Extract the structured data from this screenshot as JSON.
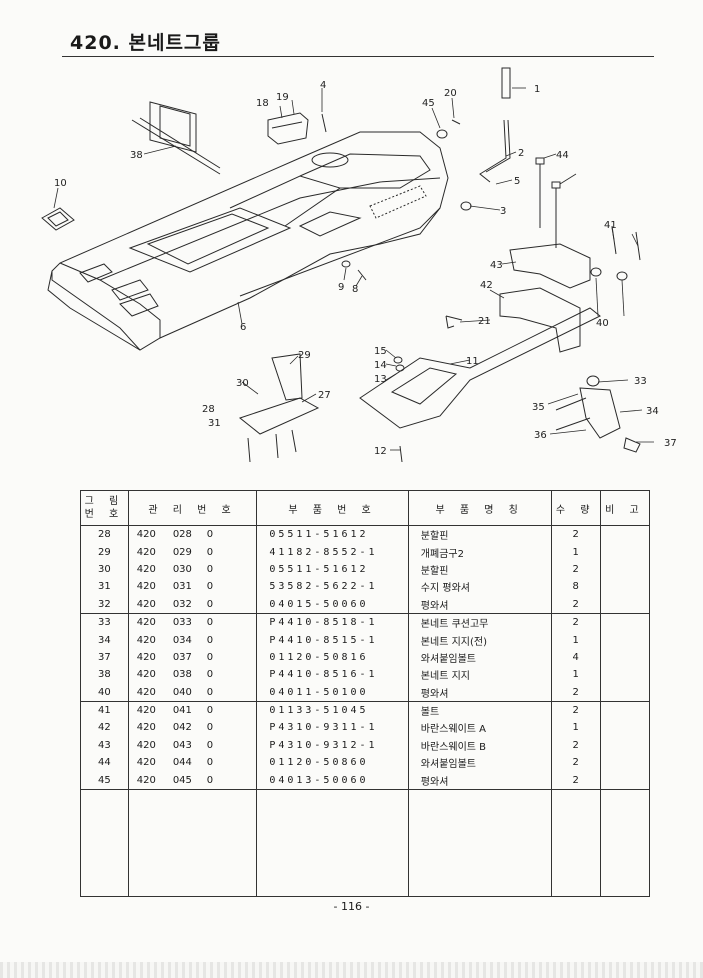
{
  "title": "420.  본네트그룹",
  "diagram_callouts": [
    "1",
    "2",
    "3",
    "4",
    "5",
    "6",
    "8",
    "9",
    "10",
    "11",
    "12",
    "13",
    "14",
    "15",
    "18",
    "19",
    "20",
    "21",
    "27",
    "28",
    "29",
    "30",
    "31",
    "33",
    "34",
    "35",
    "36",
    "37",
    "38",
    "40",
    "41",
    "42",
    "43",
    "44",
    "45"
  ],
  "table": {
    "headers": {
      "fig_line1": "그 림",
      "fig_line2": "번 호",
      "mgmt": "관 리 번 호",
      "part_no": "부 품 번 호",
      "part_name": "부 품 명 칭",
      "qty": "수 량",
      "note": "비 고"
    },
    "rows": [
      {
        "fig": "28",
        "m1": "420",
        "m2": "028",
        "m3": "0",
        "part": "05511-51612",
        "name": "분할핀",
        "qty": "2"
      },
      {
        "fig": "29",
        "m1": "420",
        "m2": "029",
        "m3": "0",
        "part": "41182-8552-1",
        "name": "개폐금구2",
        "qty": "1"
      },
      {
        "fig": "30",
        "m1": "420",
        "m2": "030",
        "m3": "0",
        "part": "05511-51612",
        "name": "분할핀",
        "qty": "2"
      },
      {
        "fig": "31",
        "m1": "420",
        "m2": "031",
        "m3": "0",
        "part": "53582-5622-1",
        "name": "수지 평와셔",
        "qty": "8"
      },
      {
        "fig": "32",
        "m1": "420",
        "m2": "032",
        "m3": "0",
        "part": "04015-50060",
        "name": "평와셔",
        "qty": "2"
      },
      {
        "fig": "33",
        "m1": "420",
        "m2": "033",
        "m3": "0",
        "part": "P4410-8518-1",
        "name": "본네트 쿠션고무",
        "qty": "2"
      },
      {
        "fig": "34",
        "m1": "420",
        "m2": "034",
        "m3": "0",
        "part": "P4410-8515-1",
        "name": "본네트 지지(전)",
        "qty": "1"
      },
      {
        "fig": "37",
        "m1": "420",
        "m2": "037",
        "m3": "0",
        "part": "01120-50816",
        "name": "와셔붙임볼트",
        "qty": "4"
      },
      {
        "fig": "38",
        "m1": "420",
        "m2": "038",
        "m3": "0",
        "part": "P4410-8516-1",
        "name": "본네트 지지",
        "qty": "1"
      },
      {
        "fig": "40",
        "m1": "420",
        "m2": "040",
        "m3": "0",
        "part": "04011-50100",
        "name": "평와셔",
        "qty": "2"
      },
      {
        "fig": "41",
        "m1": "420",
        "m2": "041",
        "m3": "0",
        "part": "01133-51045",
        "name": "볼트",
        "qty": "2"
      },
      {
        "fig": "42",
        "m1": "420",
        "m2": "042",
        "m3": "0",
        "part": "P4310-9311-1",
        "name": "바란스웨이트 A",
        "qty": "1"
      },
      {
        "fig": "43",
        "m1": "420",
        "m2": "043",
        "m3": "0",
        "part": "P4310-9312-1",
        "name": "바란스웨이트 B",
        "qty": "2"
      },
      {
        "fig": "44",
        "m1": "420",
        "m2": "044",
        "m3": "0",
        "part": "01120-50860",
        "name": "와셔붙임볼트",
        "qty": "2"
      },
      {
        "fig": "45",
        "m1": "420",
        "m2": "045",
        "m3": "0",
        "part": "04013-50060",
        "name": "평와셔",
        "qty": "2"
      }
    ]
  },
  "page_number": "- 116 -"
}
